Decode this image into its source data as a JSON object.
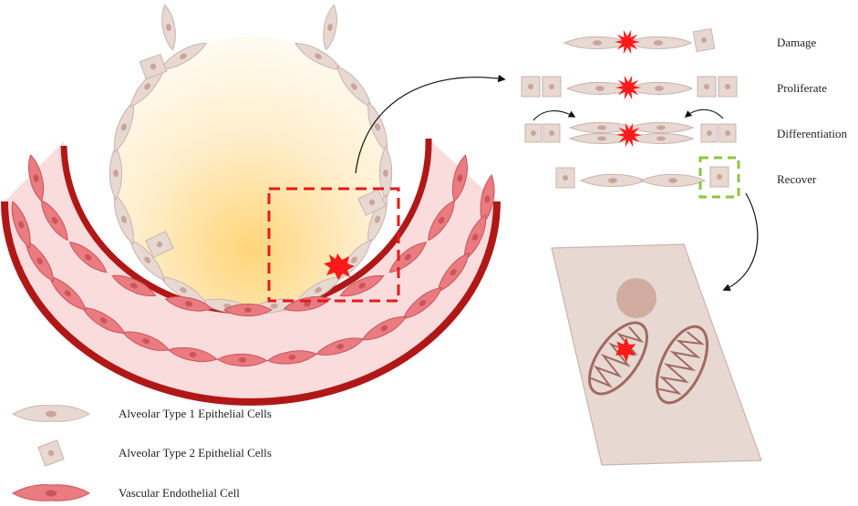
{
  "stages": {
    "damage": "Damage",
    "proliferate": "Proliferate",
    "differentiation": "Differentiation",
    "recover": "Recover"
  },
  "legend": {
    "at1": "Alveolar Type 1 Epithelial Cells",
    "at2": "Alveolar Type 2 Epithelial Cells",
    "endothelial": "Vascular Endothelial Cell"
  },
  "colors": {
    "at_cell": "#e8d8d2",
    "at_cell_stroke": "#c9b4ad",
    "nucleus": "#c9a59a",
    "vessel_wall": "#b81c1c",
    "vessel_fill": "#f9d6d6",
    "endo_cell": "#ea7b80",
    "endo_stroke": "#c9545a",
    "damage": "#ff1a1a",
    "focus_box": "#e31b1b",
    "recover_box": "#8cc63f",
    "alveolus_core": "#ffd27a"
  }
}
